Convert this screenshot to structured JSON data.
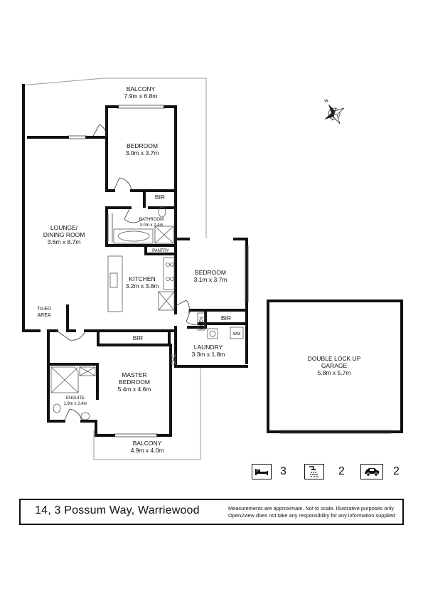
{
  "rooms": {
    "balcony_top": {
      "name": "BALCONY",
      "size": "7.9m x 6.8m"
    },
    "bedroom_top": {
      "name": "BEDROOM",
      "size": "3.0m x 3.7m"
    },
    "bir_top": {
      "name": "BIR"
    },
    "bathroom": {
      "name": "BATHROOM",
      "size": "3.0m x 2.4m"
    },
    "lounge": {
      "name_line1": "LOUNGE/",
      "name_line2": "DINING ROOM",
      "size": "3.6m x 8.7m"
    },
    "pantry": {
      "name": "PANTRY"
    },
    "kitchen": {
      "name": "KITCHEN",
      "size": "3.2m x 3.8m"
    },
    "bedroom_right": {
      "name": "BEDROOM",
      "size": "3.1m x 3.7m"
    },
    "linen": {
      "name": "LINEN"
    },
    "bir_right": {
      "name": "BIR"
    },
    "wm": {
      "name": "WM"
    },
    "laundry": {
      "name": "LAUNDRY",
      "size": "3.3m x 1.8m"
    },
    "tiled_area": {
      "name_line1": "TILED",
      "name_line2": "AREA"
    },
    "bir_master": {
      "name": "BIR"
    },
    "master_bedroom": {
      "name_line1": "MASTER",
      "name_line2": "BEDROOM",
      "size": "5.4m x 4.6m"
    },
    "ensuite": {
      "name": "ENSUITE",
      "size": "1.9m x 2.4m"
    },
    "balcony_bottom": {
      "name": "BALCONY",
      "size": "4.9m x 4.0m"
    },
    "garage": {
      "name_line1": "DOUBLE LOCK UP",
      "name_line2": "GARAGE",
      "size": "5.8m x 5.7m"
    }
  },
  "compass": {
    "label": "N"
  },
  "stats": {
    "bedrooms": "3",
    "bathrooms": "2",
    "car_spaces": "2"
  },
  "footer": {
    "address": "14, 3 Possum Way, Warriewood",
    "disclaimer_line1": "Measurements are approximate. Not to scale. Illustrative purposes only",
    "disclaimer_line2": "Open2view does not take any responsibility for any information supplied"
  },
  "colors": {
    "wall": "#111111",
    "outline": "#aaaaaa"
  },
  "icons": [
    "compass-icon",
    "bed-icon",
    "shower-icon",
    "car-icon"
  ]
}
